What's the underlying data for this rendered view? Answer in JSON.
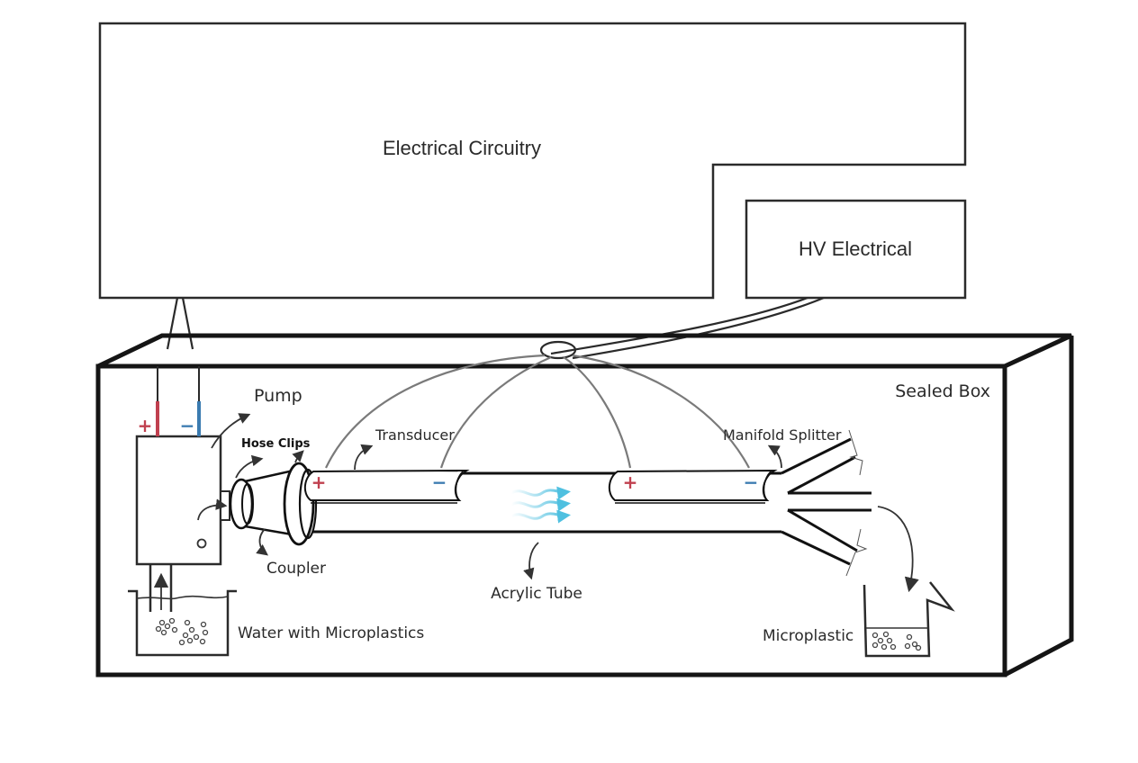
{
  "diagram": {
    "title": "Microplastic separation apparatus",
    "colors": {
      "positive": "#c0404f",
      "negative": "#3b7bb0",
      "flow": "#4fc0e0",
      "outline": "#151515",
      "wire": "#7a7a7a"
    },
    "labels": {
      "electrical_circuitry": "Electrical Circuitry",
      "hv_electrical": "HV Electrical",
      "sealed_box": "Sealed Box",
      "pump": "Pump",
      "hose_clips": "Hose Clips",
      "coupler": "Coupler",
      "transducer": "Transducer",
      "manifold_splitter": "Manifold Splitter",
      "acrylic_tube": "Acrylic Tube",
      "water_with_microplastics": "Water with Microplastics",
      "microplastic": "Microplastic"
    },
    "terminals": {
      "pump_positive": "+",
      "pump_negative": "−",
      "transducer1_positive": "+",
      "transducer1_negative": "−",
      "transducer2_positive": "+",
      "transducer2_negative": "−"
    }
  }
}
